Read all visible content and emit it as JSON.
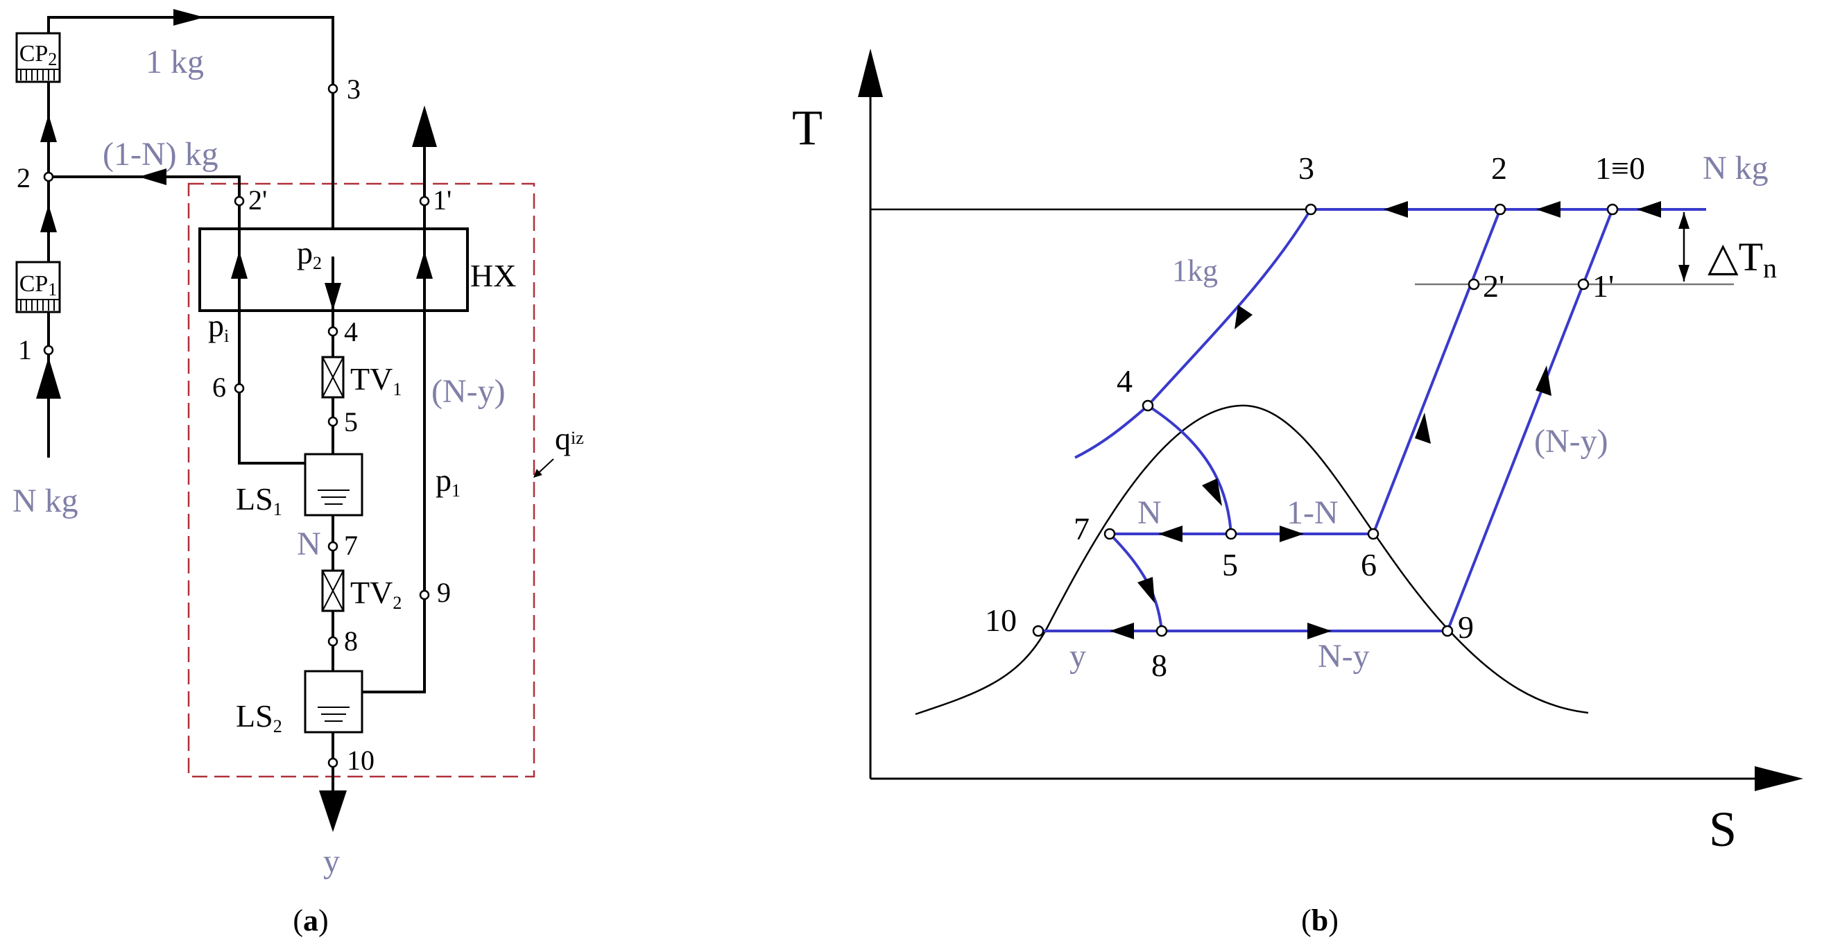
{
  "panel_a": {
    "flows": {
      "one_kg": "1 kg",
      "one_minus_n_kg": "(1-N) kg",
      "n_kg": "N kg",
      "n_minus_y": "(N-y)",
      "n": "N",
      "y": "y"
    },
    "components": {
      "cp2": {
        "base": "CP",
        "sub": "2"
      },
      "cp1": {
        "base": "CP",
        "sub": "1"
      },
      "hx": "HX",
      "tv1": {
        "base": "TV",
        "sub": "1"
      },
      "tv2": {
        "base": "TV",
        "sub": "2"
      },
      "ls1": {
        "base": "LS",
        "sub": "1"
      },
      "ls2": {
        "base": "LS",
        "sub": "2"
      }
    },
    "pressures": {
      "p2": {
        "base": "p",
        "sub": "2"
      },
      "pi": {
        "base": "p",
        "sub": "i"
      },
      "p1": {
        "base": "p",
        "sub": "1"
      },
      "qiz": {
        "base": "q",
        "sub": "iz"
      }
    },
    "points": {
      "p1": "1",
      "p2": "2",
      "p2p": "2'",
      "p1p": "1'",
      "p3": "3",
      "p4": "4",
      "p5": "5",
      "p6": "6",
      "p7": "7",
      "p8": "8",
      "p9": "9",
      "p10": "10"
    },
    "caption": "a"
  },
  "panel_b": {
    "axes": {
      "y": "T",
      "x": "S"
    },
    "points": {
      "p3": "3",
      "p2": "2",
      "p1eq0": "1≡0",
      "p2p": "2'",
      "p1p": "1'",
      "p4": "4",
      "p7": "7",
      "p5": "5",
      "p6": "6",
      "p10": "10",
      "p8": "8",
      "p9": "9"
    },
    "flows": {
      "n_kg": "N kg",
      "one_kg": "1kg",
      "n": "N",
      "one_minus_n": "1-N",
      "n_minus_y_top": "(N-y)",
      "n_minus_y": "N-y",
      "y": "y"
    },
    "delta": {
      "base": "△T",
      "sub": "n"
    },
    "caption": "b"
  },
  "colors": {
    "line": "#000000",
    "process": "#3a3acc",
    "flow_label": "#7f7fa8",
    "boundary": "#b0303a",
    "guide": "#777777"
  }
}
